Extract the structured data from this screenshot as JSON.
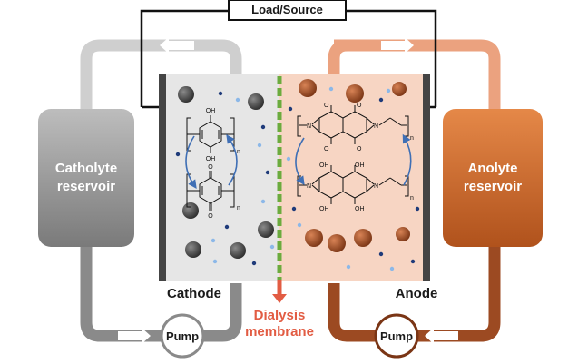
{
  "load_source": {
    "label": "Load/Source"
  },
  "catholyte": {
    "line1": "Catholyte",
    "line2": "reservoir",
    "color": "#8a8a8a"
  },
  "anolyte": {
    "line1": "Anolyte",
    "line2": "reservoir",
    "color": "#c8642a"
  },
  "electrodes": {
    "cathode": "Cathode",
    "anode": "Anode"
  },
  "membrane": {
    "line1": "Dialysis",
    "line2": "membrane",
    "color": "#e25c43"
  },
  "pumps": {
    "left": "Pump",
    "right": "Pump"
  },
  "chemistry": {
    "oh": "OH",
    "o": "O",
    "n": "N",
    "sub_n": "n"
  },
  "colors": {
    "catholyte_tube": "#c8c8c8",
    "anolyte_tube": "#eba27f",
    "cathode_bg": "#e9e9e9",
    "anode_bg": "#f6d6c6",
    "membrane_green": "#6bab3e",
    "electrode_dark": "#444444",
    "arrow_blue": "#3f6fb5"
  }
}
